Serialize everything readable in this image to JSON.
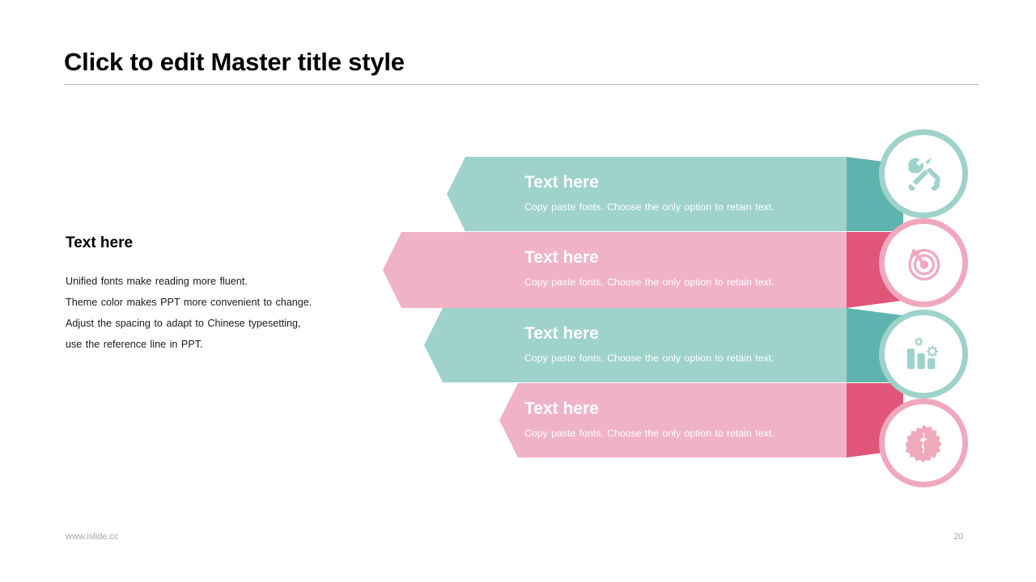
{
  "slide": {
    "title": "Click to edit Master title style",
    "page_number": "20",
    "footer_url": "www.islide.cc"
  },
  "left_panel": {
    "heading": "Text here",
    "lines": [
      "Unified fonts make reading more fluent.",
      "Theme color makes PPT more convenient to change.",
      "Adjust the spacing to adapt to Chinese typesetting,",
      "use the reference line in PPT."
    ]
  },
  "colors": {
    "teal_light": "#9ED2CB",
    "teal_dark": "#5FB3AE",
    "teal_ring": "#9ED2CB",
    "pink_light": "#F0B3C5",
    "pink_dark": "#E05578",
    "pink_ring": "#F0A8BD",
    "title_text": "#000000",
    "body_text": "#1a1a1a",
    "footer_text": "#a6a6a6",
    "rule": "#b9b9b9"
  },
  "rows": [
    {
      "title": "Text here",
      "description": "Copy paste fonts. Choose the only option to retain text.",
      "icon": "tools-icon",
      "theme": "teal"
    },
    {
      "title": "Text here",
      "description": "Copy paste fonts. Choose the only option to retain text.",
      "icon": "target-icon",
      "theme": "pink"
    },
    {
      "title": "Text here",
      "description": "Copy paste fonts. Choose the only option to retain text.",
      "icon": "bar-chart-gears-icon",
      "theme": "teal"
    },
    {
      "title": "Text here",
      "description": "Copy paste fonts. Choose the only option to retain text.",
      "icon": "money-badge-icon",
      "theme": "pink"
    }
  ]
}
